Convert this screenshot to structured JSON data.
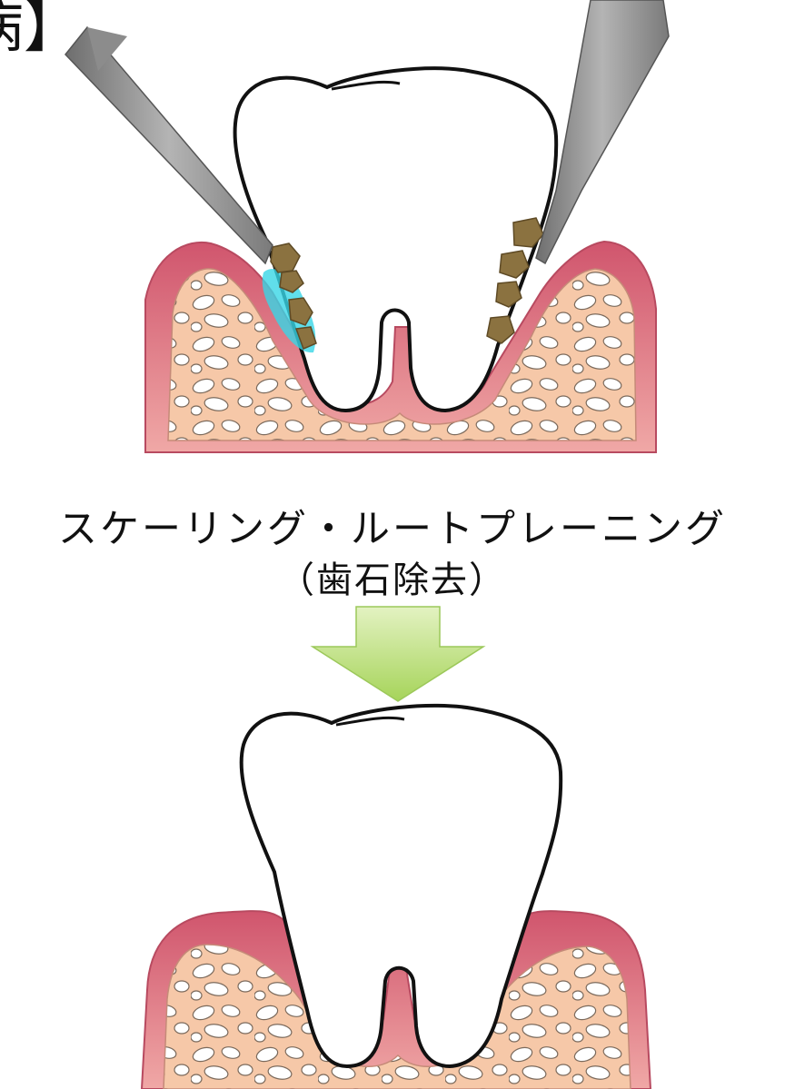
{
  "corner_label": "病】",
  "caption": {
    "title": "スケーリング・ルートプレーニング",
    "subtitle": "（歯石除去）"
  },
  "icons": [
    "scaler-instrument-icon",
    "tooth-icon",
    "gum-icon",
    "bone-icon",
    "tartar-deposit-icon",
    "down-arrow-icon"
  ],
  "colors": {
    "gum_outer": "#d9667a",
    "gum_inner": "#f3b0ae",
    "bone": "#f6c8a8",
    "bone_cells": "#ffffff",
    "tartar": "#8b7240",
    "blue_highlight": "#38d6e6",
    "arrow": "#b5dc6a",
    "instrument": "#8a8a8a"
  }
}
